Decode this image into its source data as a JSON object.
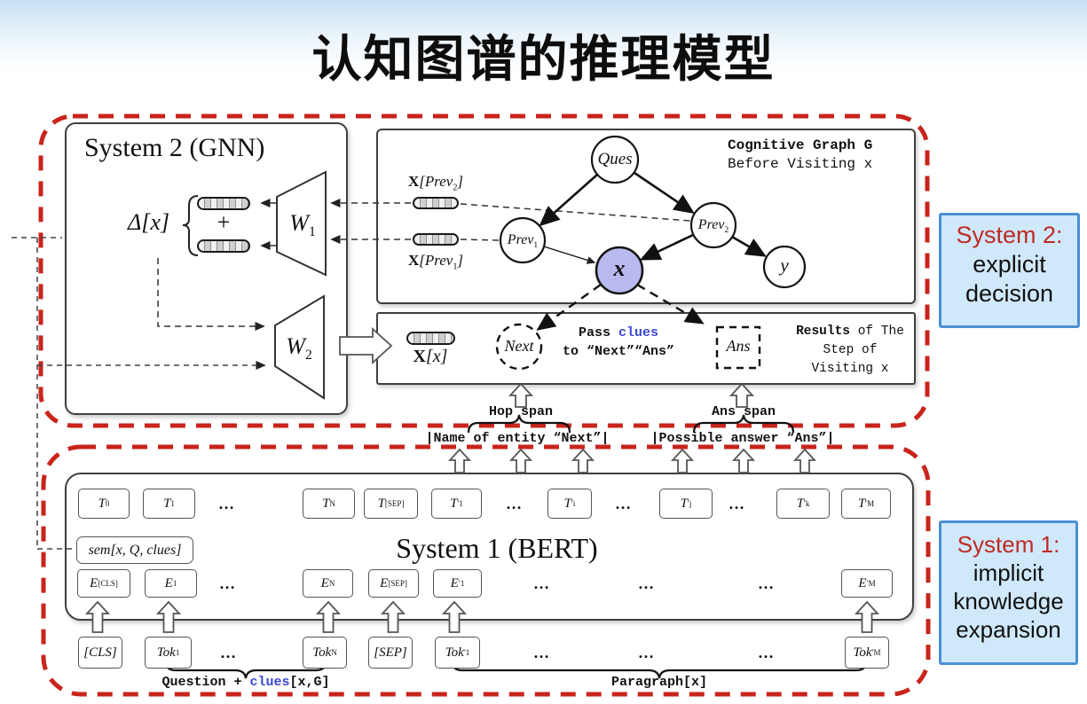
{
  "title": "认知图谱的推理模型",
  "colors": {
    "container_dash_red": "#c8241c",
    "side_panel_bg": "#cfe8fa",
    "side_panel_border": "#4b8fd4",
    "side_heading_red": "#bf2b24",
    "clues_blue": "#3a47d6",
    "node_x_fill": "#b8b9ef"
  },
  "system2_panel": {
    "title": "System 2 (GNN)",
    "delta_label": "Δ[x]",
    "plus_sign": "+",
    "w1_label": "W_1",
    "w2_label": "W_2"
  },
  "cognitive_graph": {
    "heading_line1": "Cognitive Graph G",
    "heading_line2": "Before Visiting x",
    "node_ques": "Ques",
    "node_prev2": "Prev_2",
    "node_prev1": "Prev_1",
    "node_x": "x",
    "node_y": "y",
    "vec_prev2_label": "X[Prev_2]",
    "vec_prev1_label": "X[Prev_1]"
  },
  "results_panel": {
    "vec_x_label": "X[x]",
    "next_node": "Next",
    "ans_node": "Ans",
    "pass_prefix": "Pass ",
    "pass_clues": "clues",
    "pass_line2": "to “Next”“Ans”",
    "results_bold": "Results",
    "results_rest": " of The",
    "results_line2": "Step of",
    "results_line3": "Visiting x"
  },
  "spans": {
    "hop_span": "Hop span",
    "ans_span": "Ans span",
    "name_of_entity": "|Name of entity “Next”|",
    "possible_answer": "|Possible answer “Ans”|"
  },
  "bert_panel": {
    "title": "System 1 (BERT)",
    "sem_label": "sem[x, Q, clues]",
    "t_row": [
      "T_0",
      "T_1",
      "...",
      "T_N",
      "T_[SEP]",
      "T'_1",
      "...",
      "T'_i",
      "...",
      "T'_j",
      "...",
      "T'_k",
      "T'_M"
    ],
    "e_row": [
      "E_[CLS]",
      "E_1",
      "...",
      "E_N",
      "E_[SEP]",
      "E'_1",
      "...",
      "...",
      "...",
      "E'_M"
    ],
    "tok_row": [
      "[CLS]",
      "Tok_1",
      "...",
      "Tok_N",
      "[SEP]",
      "Tok'_1",
      "...",
      "...",
      "...",
      "Tok'_M"
    ],
    "question_prefix": "Question + ",
    "question_clues": "clues",
    "question_suffix": "[x,G]",
    "paragraph_label": "Paragraph[x]"
  },
  "side_labels": {
    "system2": {
      "heading": "System 2:",
      "line1": "explicit",
      "line2": "decision"
    },
    "system1": {
      "heading": "System 1:",
      "line1": "implicit",
      "line2": "knowledge",
      "line3": "expansion"
    }
  }
}
